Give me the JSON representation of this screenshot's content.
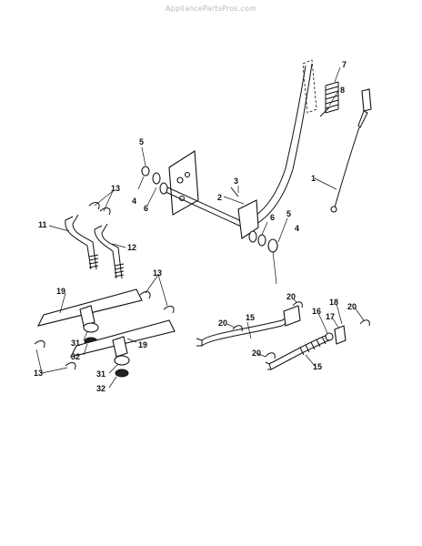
{
  "watermark": "AppliancePartsPros.com",
  "callouts": {
    "c1": "1",
    "c2": "2",
    "c3": "3",
    "c4a": "4",
    "c4b": "4",
    "c5a": "5",
    "c5b": "5",
    "c6a": "6",
    "c6b": "6",
    "c7": "7",
    "c8": "8",
    "c11": "11",
    "c12": "12",
    "c13a": "13",
    "c13b": "13",
    "c13c": "13",
    "c15a": "15",
    "c15b": "15",
    "c16": "16",
    "c17": "17",
    "c18": "18",
    "c19a": "19",
    "c19b": "19",
    "c20a": "20",
    "c20b": "20",
    "c20c": "20",
    "c20d": "20",
    "c31a": "31",
    "c31b": "31",
    "c32a": "32",
    "c32b": "32"
  }
}
